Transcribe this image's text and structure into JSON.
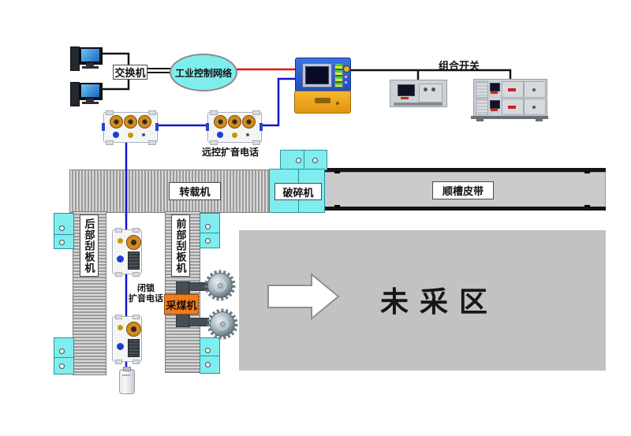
{
  "labels": {
    "switch": "交换机",
    "industrial_network": "工业控制网络",
    "combo_switch": "组合开关",
    "remote_speaker_phone": "远控扩音电话",
    "stage_loader": "转载机",
    "crusher": "破碎机",
    "gate_belt": "顺槽皮带",
    "rear_scraper": "后部刮板机",
    "front_scraper": "前部刮板机",
    "interlock_line1": "闭锁",
    "interlock_line2": "扩音电话",
    "shearer": "采煤机",
    "unmined_area": "未采区"
  },
  "colors": {
    "cyan_equipment": "#7feded",
    "conveyor_gray": "#c9c9c9",
    "unmined_gray": "#c2c2c2",
    "wire_blue": "#1414cc",
    "wire_red": "#e81212",
    "wire_black": "#141414",
    "controller_blue": "#2b5cd8",
    "controller_base_yellow": "#f2a81c",
    "shearer_orange": "#f27c1e"
  }
}
